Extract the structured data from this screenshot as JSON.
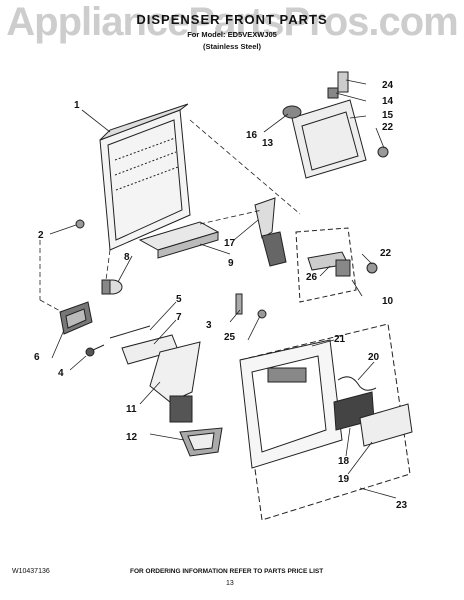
{
  "watermark": "AppliancePartsPros.com",
  "header": {
    "title": "DISPENSER FRONT PARTS",
    "model_line": "For Model: ED5VEXWJ05",
    "subtitle": "(Stainless Steel)"
  },
  "callouts": [
    "1",
    "2",
    "3",
    "4",
    "5",
    "6",
    "7",
    "8",
    "9",
    "10",
    "11",
    "12",
    "13",
    "14",
    "15",
    "16",
    "17",
    "18",
    "19",
    "20",
    "21",
    "22",
    "22",
    "23",
    "24",
    "25",
    "26"
  ],
  "footer": {
    "doc_number": "W10437136",
    "ordering_note": "FOR ORDERING INFORMATION REFER TO PARTS PRICE LIST",
    "page_number": "13"
  }
}
